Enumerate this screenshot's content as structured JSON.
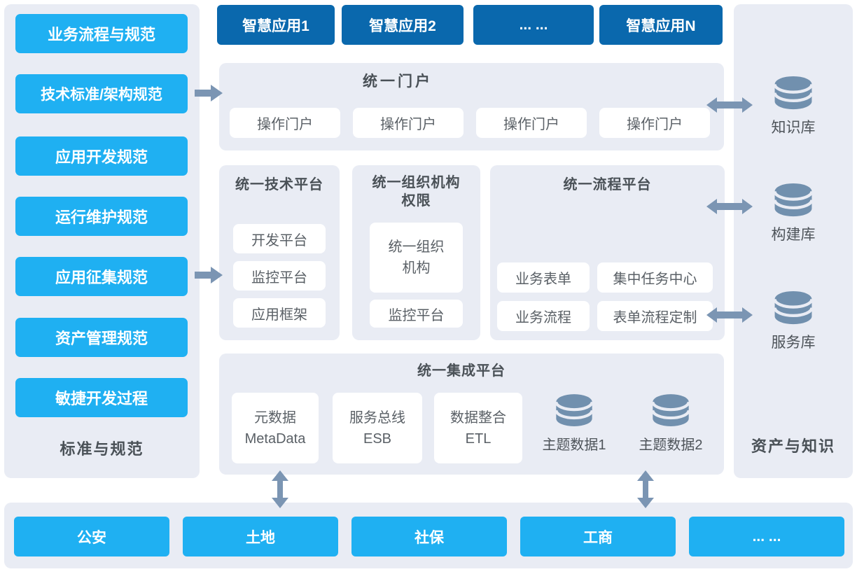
{
  "colors": {
    "cyan": "#1FB0F2",
    "dark_blue": "#0A68AD",
    "panel_bg": "#E9ECF4",
    "box_bg": "#FFFFFF",
    "arrow": "#7B95B3",
    "database_icon": "#7190AE",
    "heading_text": "#4A5157",
    "box_text": "#5A6066"
  },
  "left_panel": {
    "label": "标准与规范",
    "items": [
      "业务流程与规范",
      "技术标准/架构规范",
      "应用开发规范",
      "运行维护规范",
      "应用征集规范",
      "资产管理规范",
      "敏捷开发过程"
    ]
  },
  "top_apps": {
    "items": [
      "智慧应用1",
      "智慧应用2",
      "... ...",
      "智慧应用N"
    ]
  },
  "portal": {
    "title": "统一门户",
    "items": [
      "操作门户",
      "操作门户",
      "操作门户",
      "操作门户"
    ]
  },
  "tech_platform": {
    "title": "统一技术平台",
    "items": [
      "开发平台",
      "监控平台",
      "应用框架"
    ]
  },
  "org_platform": {
    "title_line1": "统一组织机构",
    "title_line2": "权限",
    "box_line1": "统一组织",
    "box_line2": "机构",
    "item": "监控平台"
  },
  "process_platform": {
    "title": "统一流程平台",
    "items": [
      "业务表单",
      "集中任务中心",
      "业务流程",
      "表单流程定制"
    ]
  },
  "integration_platform": {
    "title": "统一集成平台",
    "boxes": [
      {
        "line1": "元数据",
        "line2": "MetaData"
      },
      {
        "line1": "服务总线",
        "line2": "ESB"
      },
      {
        "line1": "数据整合",
        "line2": "ETL"
      }
    ],
    "databases": [
      "主题数据1",
      "主题数据2"
    ]
  },
  "assets_panel": {
    "label": "资产与知识",
    "databases": [
      "知识库",
      "构建库",
      "服务库"
    ]
  },
  "bottom_row": {
    "items": [
      "公安",
      "土地",
      "社保",
      "工商",
      "... ..."
    ]
  }
}
